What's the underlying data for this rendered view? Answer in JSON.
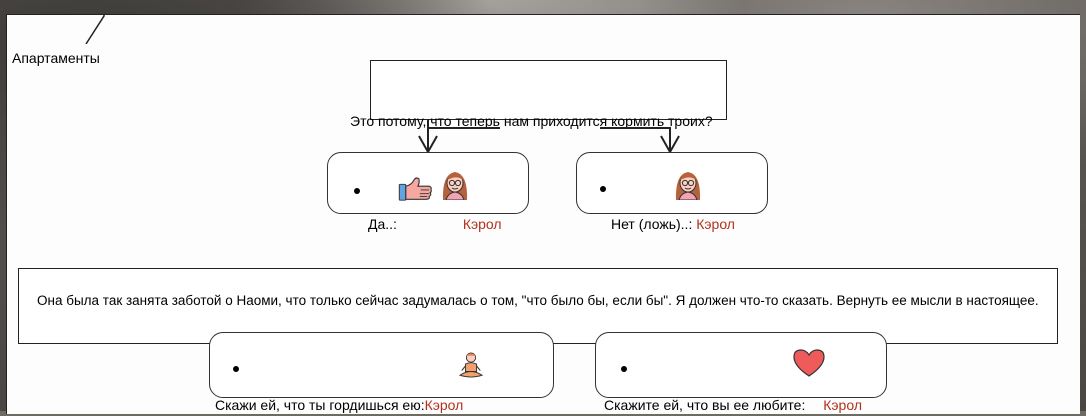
{
  "location": "Апартаменты",
  "question": "Это потому, что теперь нам приходится кормить троих?",
  "choices_top": [
    {
      "text": "Да..:",
      "speaker": "Кэрол",
      "icons": [
        "thumbs-up-icon",
        "woman-avatar-icon"
      ]
    },
    {
      "text": "Нет (ложь)..:",
      "speaker": "Кэрол",
      "icons": [
        "woman-avatar-icon"
      ]
    }
  ],
  "narration": "Она была так занята заботой о Наоми, что только сейчас задумалась о том, \"что было бы, если бы\". Я должен что-то сказать. Вернуть ее мысли в настоящее.",
  "choices_bottom": [
    {
      "text": "Скажи ей, что ты гордишься ею:",
      "speaker": "Кэрол",
      "icons": [
        "meditating-person-icon"
      ]
    },
    {
      "text": "Скажите ей, что вы ее любите:",
      "speaker": "Кэрол",
      "icons": [
        "heart-icon"
      ]
    }
  ],
  "colors": {
    "speaker": "#b0321e",
    "heart": "#ef5b5b"
  }
}
